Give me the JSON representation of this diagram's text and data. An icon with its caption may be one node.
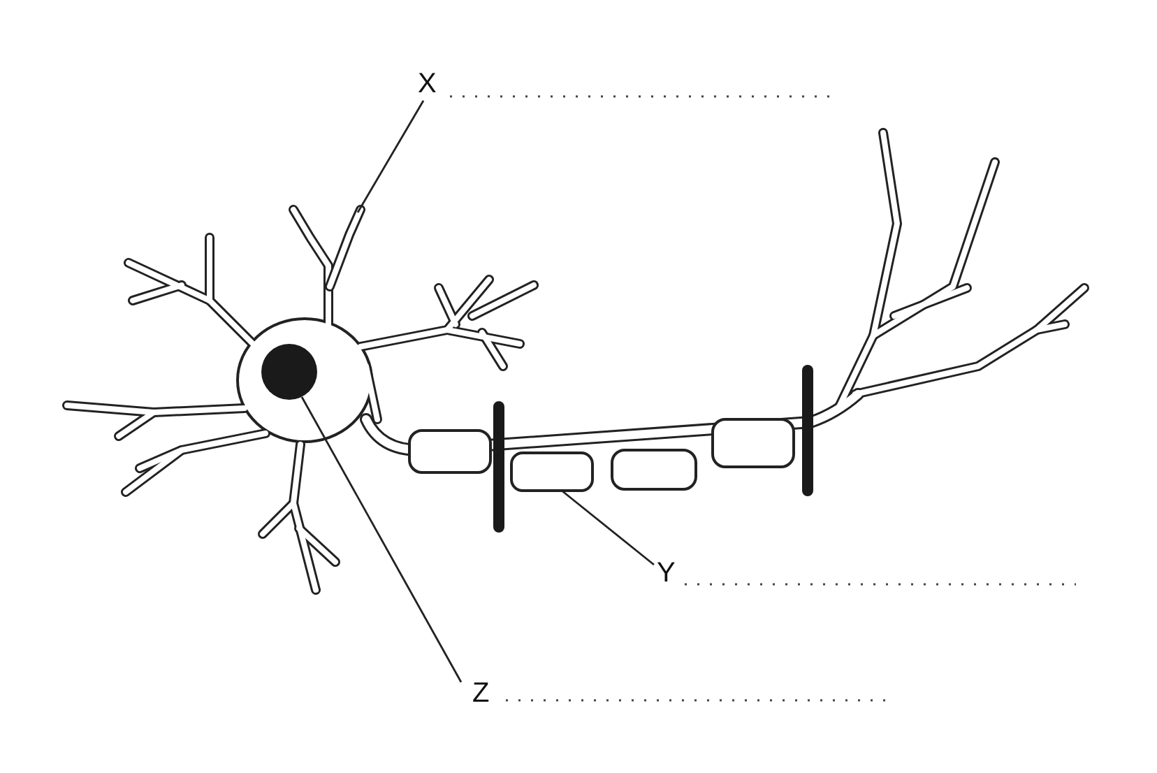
{
  "diagram": {
    "nodes": [
      {
        "text": [
          "X"
        ]
      },
      {
        "text": [],
        "shape": "picture"
      },
      {
        "text": [],
        "shape": "circle"
      },
      {
        "text": [],
        "shape": "box"
      },
      {
        "text": [
          "Y"
        ]
      },
      {
        "text": [
          "Z"
        ]
      }
    ],
    "edges": [
      {
        "from": 0,
        "to": 1,
        "arrow": "none"
      },
      {
        "from": 4,
        "to": 3,
        "arrow": "none"
      },
      {
        "from": 5,
        "to": 2,
        "arrow": "none"
      }
    ]
  }
}
